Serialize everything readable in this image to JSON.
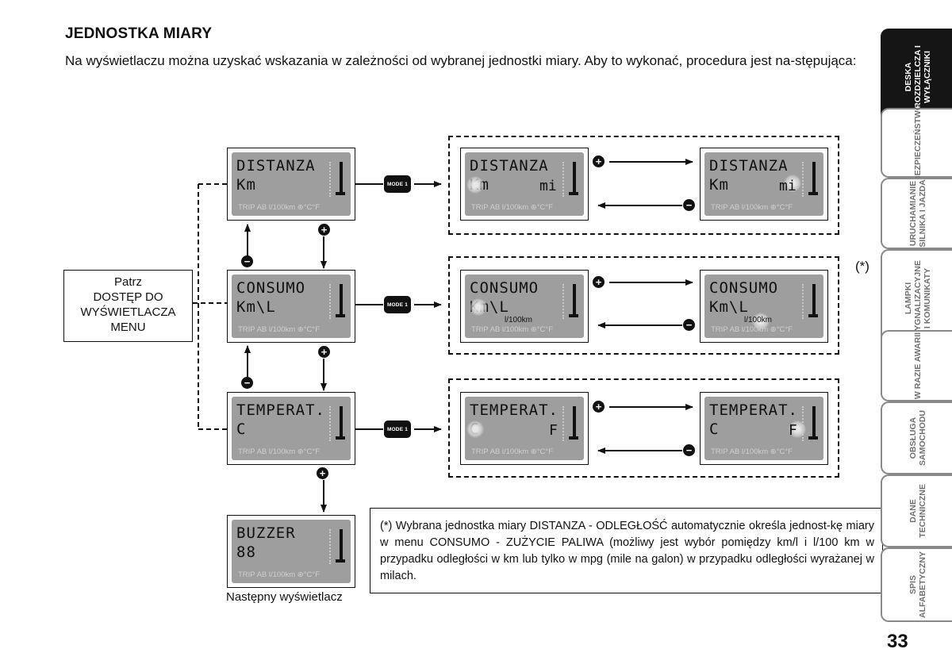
{
  "heading": "JEDNOSTKA MIARY",
  "intro": "Na wyświetlaczu można uzyskać wskazania w zależności od wybranej jednostki miary. Aby to wykonać, procedura jest na-stępująca:",
  "menu_box": {
    "line1": "Patrz",
    "line2": "DOSTĘP DO",
    "line3": "WYŚWIETLACZA",
    "line4": "MENU"
  },
  "trip_text": "TRIP AB l/100km ⊕°C°F",
  "mode_button": "MODE 1",
  "plus": "+",
  "minus": "−",
  "displays": {
    "distanza": {
      "line1": "DISTANZA",
      "line2": "Km"
    },
    "distanza_mi": {
      "line1": "DISTANZA",
      "line2": "Km",
      "unit": "mi"
    },
    "consumo": {
      "line1": "CONSUMO",
      "line2": "Km\\L"
    },
    "consumo_alt": {
      "line1": "CONSUMO",
      "line2": "Km\\L",
      "unit": "l/100km"
    },
    "temperat": {
      "line1": "TEMPERAT.",
      "line2": "C"
    },
    "temperat_f": {
      "line1": "TEMPERAT.",
      "line2": "C",
      "unit": "F"
    },
    "buzzer": {
      "line1": "BUZZER",
      "line2": "88"
    }
  },
  "asterisk": "(*)",
  "note": "(*) Wybrana jednostka miary DISTANZA - ODLEGŁOŚĆ automatycznie określa jednost-kę miary w menu CONSUMO - ZUŻYCIE PALIWA (możliwy jest wybór pomiędzy km/l i l/100 km w przypadku odległości w km lub tylko w mpg (mile na galon) w przypadku odległości wyrażanej w milach.",
  "caption": "Następny wyświetlacz",
  "sidebar": [
    {
      "label": "DESKA ROZDZIELCZA I WYŁĄCZNIKI",
      "active": true
    },
    {
      "label": "BEZPIECZEŃSTWO",
      "active": false
    },
    {
      "label": "URUCHAMIANIE SILNIKA I JAZDA",
      "active": false
    },
    {
      "label": "LAMPKI SYGNALIZACYJNE I KOMUNIKATY",
      "active": false
    },
    {
      "label": "W RAZIE AWARII",
      "active": false
    },
    {
      "label": "OBSŁUGA SAMOCHODU",
      "active": false
    },
    {
      "label": "DANE TECHNICZNE",
      "active": false
    },
    {
      "label": "SPIS ALFABETYCZNY",
      "active": false
    }
  ],
  "page_number": "33"
}
